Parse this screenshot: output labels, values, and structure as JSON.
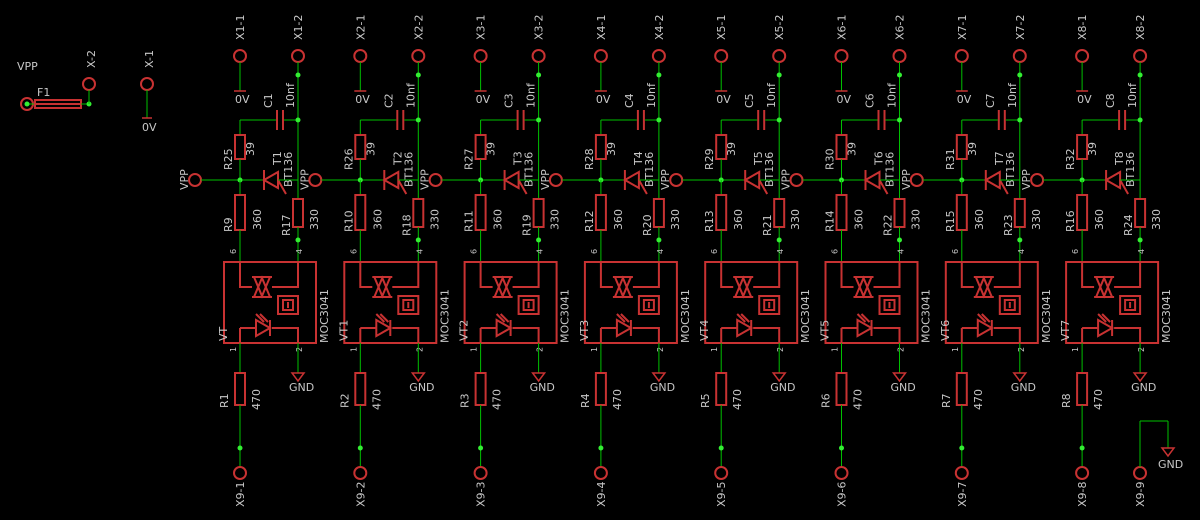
{
  "title": "",
  "header": {
    "vpp_label": "VPP",
    "fuse_label": "F1",
    "x2_label": "X-2",
    "x1_label": "X-1",
    "x1_gnd": "0V"
  },
  "channels": [
    {
      "x_a": "X1-1",
      "x_b": "X1-2",
      "gnd_top": "0V",
      "cap": "C1",
      "cap_val": "10nf",
      "r_gate": "R25",
      "r_gate_val": "39",
      "triac": "T1",
      "triac_type": "BT136",
      "vpp": "VPP",
      "r_led_a": "R9",
      "r_led_a_val": "360",
      "r_led_b": "R17",
      "r_led_b_val": "330",
      "pin6": "6",
      "pin4": "4",
      "pin1": "1",
      "pin2": "2",
      "opto": "VT",
      "opto_type": "MOC3041",
      "gnd_opto": "GND",
      "r_in": "R1",
      "r_in_val": "470",
      "x_in": "X9-1"
    },
    {
      "x_a": "X2-1",
      "x_b": "X2-2",
      "gnd_top": "0V",
      "cap": "C2",
      "cap_val": "10nf",
      "r_gate": "R26",
      "r_gate_val": "39",
      "triac": "T2",
      "triac_type": "BT136",
      "vpp": "VPP",
      "r_led_a": "R10",
      "r_led_a_val": "360",
      "r_led_b": "R18",
      "r_led_b_val": "330",
      "pin6": "6",
      "pin4": "4",
      "pin1": "1",
      "pin2": "2",
      "opto": "VT1",
      "opto_type": "MOC3041",
      "gnd_opto": "GND",
      "r_in": "R2",
      "r_in_val": "470",
      "x_in": "X9-2"
    },
    {
      "x_a": "X3-1",
      "x_b": "X3-2",
      "gnd_top": "0V",
      "cap": "C3",
      "cap_val": "10nf",
      "r_gate": "R27",
      "r_gate_val": "39",
      "triac": "T3",
      "triac_type": "BT136",
      "vpp": "VPP",
      "r_led_a": "R11",
      "r_led_a_val": "360",
      "r_led_b": "R19",
      "r_led_b_val": "330",
      "pin6": "6",
      "pin4": "4",
      "pin1": "1",
      "pin2": "2",
      "opto": "VT2",
      "opto_type": "MOC3041",
      "gnd_opto": "GND",
      "r_in": "R3",
      "r_in_val": "470",
      "x_in": "X9-3"
    },
    {
      "x_a": "X4-1",
      "x_b": "X4-2",
      "gnd_top": "0V",
      "cap": "C4",
      "cap_val": "10nf",
      "r_gate": "R28",
      "r_gate_val": "39",
      "triac": "T4",
      "triac_type": "BT136",
      "vpp": "VPP",
      "r_led_a": "R12",
      "r_led_a_val": "360",
      "r_led_b": "R20",
      "r_led_b_val": "330",
      "pin6": "6",
      "pin4": "4",
      "pin1": "1",
      "pin2": "2",
      "opto": "VT3",
      "opto_type": "MOC3041",
      "gnd_opto": "GND",
      "r_in": "R4",
      "r_in_val": "470",
      "x_in": "X9-4"
    },
    {
      "x_a": "X5-1",
      "x_b": "X5-2",
      "gnd_top": "0V",
      "cap": "C5",
      "cap_val": "10nf",
      "r_gate": "R29",
      "r_gate_val": "39",
      "triac": "T5",
      "triac_type": "BT136",
      "vpp": "VPP",
      "r_led_a": "R13",
      "r_led_a_val": "360",
      "r_led_b": "R21",
      "r_led_b_val": "330",
      "pin6": "6",
      "pin4": "4",
      "pin1": "1",
      "pin2": "2",
      "opto": "VT4",
      "opto_type": "MOC3041",
      "gnd_opto": "GND",
      "r_in": "R5",
      "r_in_val": "470",
      "x_in": "X9-5"
    },
    {
      "x_a": "X6-1",
      "x_b": "X6-2",
      "gnd_top": "0V",
      "cap": "C6",
      "cap_val": "10nf",
      "r_gate": "R30",
      "r_gate_val": "39",
      "triac": "T6",
      "triac_type": "BT136",
      "vpp": "VPP",
      "r_led_a": "R14",
      "r_led_a_val": "360",
      "r_led_b": "R22",
      "r_led_b_val": "330",
      "pin6": "6",
      "pin4": "4",
      "pin1": "1",
      "pin2": "2",
      "opto": "VT5",
      "opto_type": "MOC3041",
      "gnd_opto": "GND",
      "r_in": "R6",
      "r_in_val": "470",
      "x_in": "X9-6"
    },
    {
      "x_a": "X7-1",
      "x_b": "X7-2",
      "gnd_top": "0V",
      "cap": "C7",
      "cap_val": "10nf",
      "r_gate": "R31",
      "r_gate_val": "39",
      "triac": "T7",
      "triac_type": "BT136",
      "vpp": "VPP",
      "r_led_a": "R15",
      "r_led_a_val": "360",
      "r_led_b": "R23",
      "r_led_b_val": "330",
      "pin6": "6",
      "pin4": "4",
      "pin1": "1",
      "pin2": "2",
      "opto": "VT6",
      "opto_type": "MOC3041",
      "gnd_opto": "GND",
      "r_in": "R7",
      "r_in_val": "470",
      "x_in": "X9-7"
    },
    {
      "x_a": "X8-1",
      "x_b": "X8-2",
      "gnd_top": "0V",
      "cap": "C8",
      "cap_val": "10nf",
      "r_gate": "R32",
      "r_gate_val": "39",
      "triac": "T8",
      "triac_type": "BT136",
      "vpp": "VPP",
      "r_led_a": "R16",
      "r_led_a_val": "360",
      "r_led_b": "R24",
      "r_led_b_val": "330",
      "pin6": "6",
      "pin4": "4",
      "pin1": "1",
      "pin2": "2",
      "opto": "VT7",
      "opto_type": "MOC3041",
      "gnd_opto": "GND",
      "r_in": "R8",
      "r_in_val": "470",
      "x_in": "X9-8"
    }
  ],
  "footer": {
    "x9_9": "X9-9",
    "gnd": "GND"
  }
}
